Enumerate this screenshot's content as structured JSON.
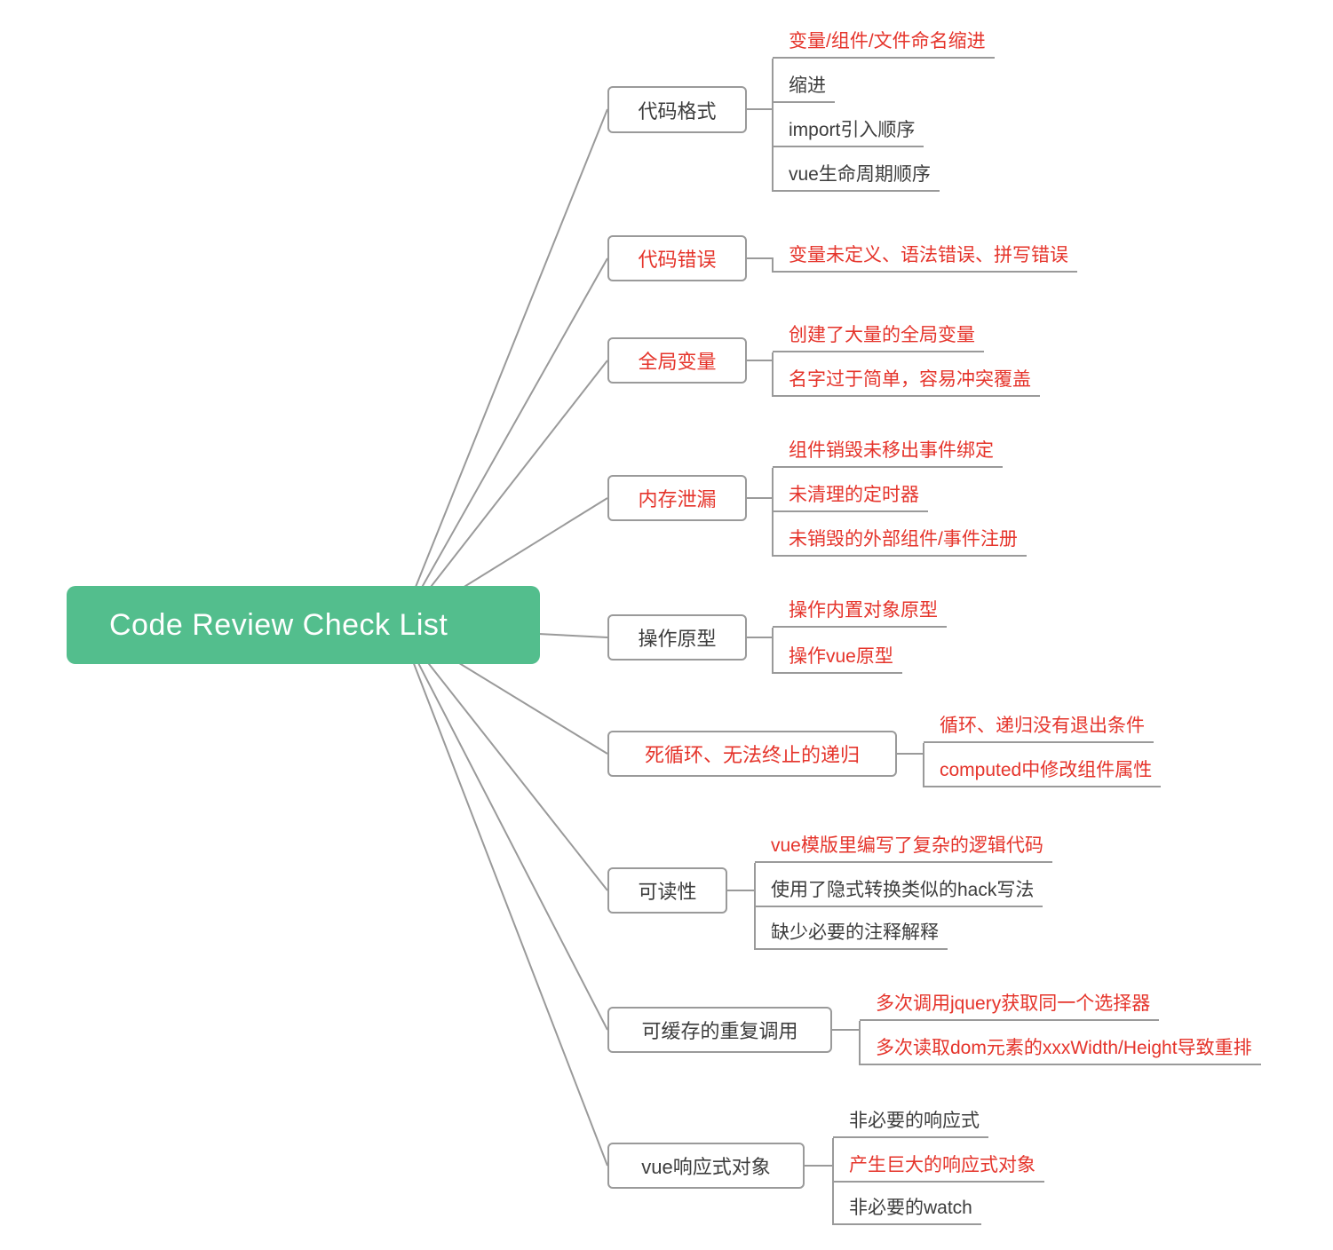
{
  "root": {
    "label": "Code Review Check List"
  },
  "colors": {
    "root_green": "#53be8d",
    "line_gray": "#9a9a9a",
    "text_red": "#e5342b",
    "text_dark": "#3d3d3d",
    "background": "#ffffff"
  },
  "branches": [
    {
      "label": "代码格式",
      "color": "black",
      "children": [
        {
          "text": "变量/组件/文件命名缩进",
          "color": "red"
        },
        {
          "text": "缩进",
          "color": "black"
        },
        {
          "text": "import引入顺序",
          "color": "black"
        },
        {
          "text": "vue生命周期顺序",
          "color": "black"
        }
      ]
    },
    {
      "label": "代码错误",
      "color": "red",
      "children": [
        {
          "text": "变量未定义、语法错误、拼写错误",
          "color": "red"
        }
      ]
    },
    {
      "label": "全局变量",
      "color": "red",
      "children": [
        {
          "text": "创建了大量的全局变量",
          "color": "red"
        },
        {
          "text": "名字过于简单，容易冲突覆盖",
          "color": "red"
        }
      ]
    },
    {
      "label": "内存泄漏",
      "color": "red",
      "children": [
        {
          "text": "组件销毁未移出事件绑定",
          "color": "red"
        },
        {
          "text": "未清理的定时器",
          "color": "red"
        },
        {
          "text": "未销毁的外部组件/事件注册",
          "color": "red"
        }
      ]
    },
    {
      "label": "操作原型",
      "color": "black",
      "children": [
        {
          "text": "操作内置对象原型",
          "color": "red"
        },
        {
          "text": "操作vue原型",
          "color": "red"
        }
      ]
    },
    {
      "label": "死循环、无法终止的递归",
      "color": "red",
      "children": [
        {
          "text": "循环、递归没有退出条件",
          "color": "red"
        },
        {
          "text": "computed中修改组件属性",
          "color": "red"
        }
      ]
    },
    {
      "label": "可读性",
      "color": "black",
      "children": [
        {
          "text": "vue模版里编写了复杂的逻辑代码",
          "color": "red"
        },
        {
          "text": "使用了隐式转换类似的hack写法",
          "color": "black"
        },
        {
          "text": "缺少必要的注释解释",
          "color": "black"
        }
      ]
    },
    {
      "label": "可缓存的重复调用",
      "color": "black",
      "children": [
        {
          "text": "多次调用jquery获取同一个选择器",
          "color": "red"
        },
        {
          "text": "多次读取dom元素的xxxWidth/Height导致重排",
          "color": "red"
        }
      ]
    },
    {
      "label": "vue响应式对象",
      "color": "black",
      "children": [
        {
          "text": "非必要的响应式",
          "color": "black"
        },
        {
          "text": "产生巨大的响应式对象",
          "color": "red"
        },
        {
          "text": "非必要的watch",
          "color": "black"
        }
      ]
    }
  ]
}
